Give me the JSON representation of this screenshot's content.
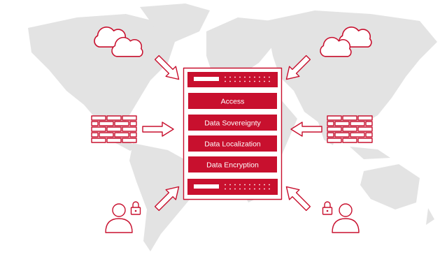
{
  "stack": {
    "layers": [
      "Access",
      "Data Sovereignty",
      "Data Localization",
      "Data Encryption"
    ]
  },
  "icons": {
    "top_left": "cloud-icon",
    "top_right": "cloud-icon",
    "middle_left": "firewall-icon",
    "middle_right": "firewall-icon",
    "bottom_left": "user-lock-icon",
    "bottom_right": "user-lock-icon",
    "center": "server-icon",
    "connectors": "arrow-icon"
  },
  "colors": {
    "accent": "#c8102e",
    "map": "#e3e3e3",
    "background": "#ffffff"
  }
}
